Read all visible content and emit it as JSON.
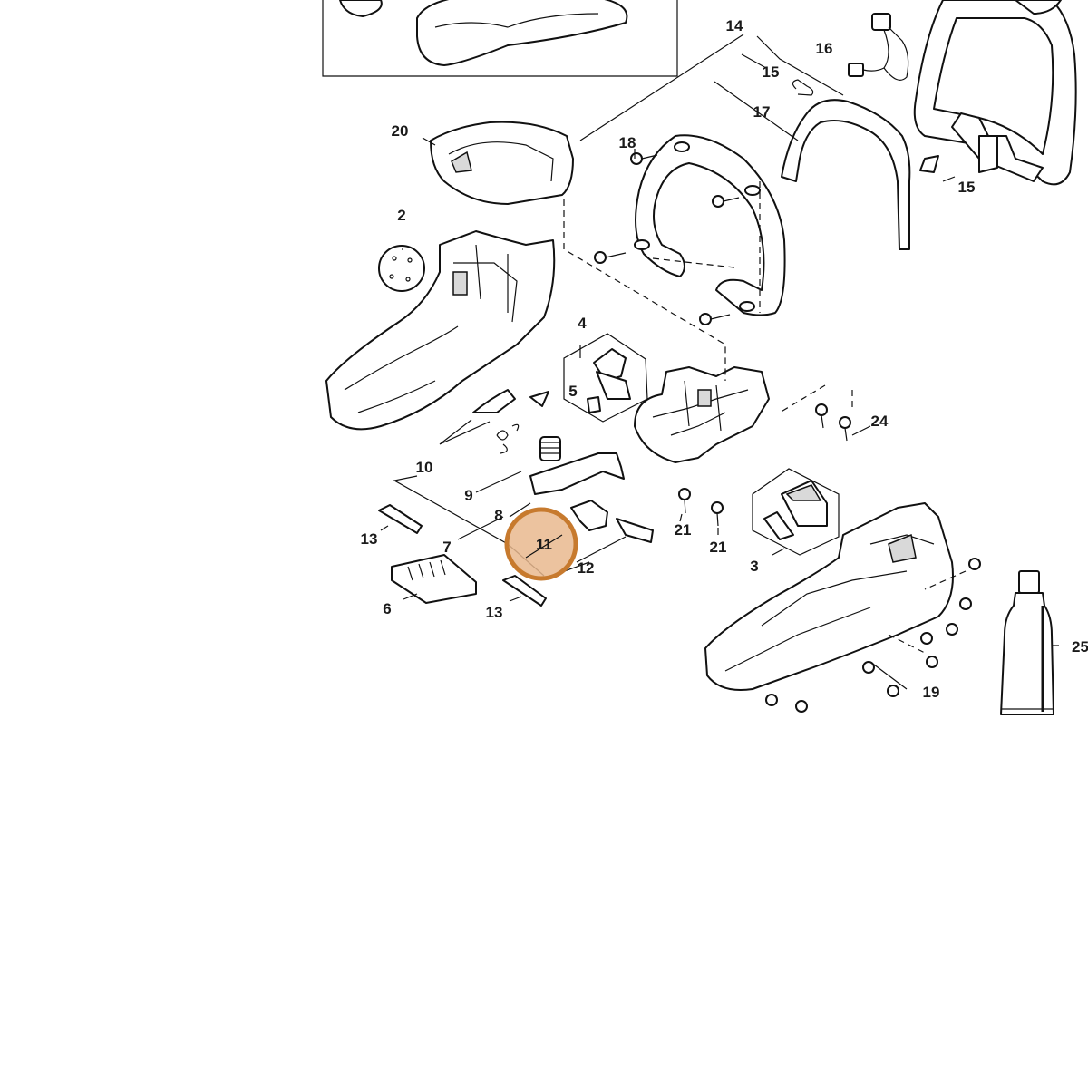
{
  "highlight": {
    "label": "11",
    "color": "#c77a2e",
    "fill": "#e9b88e"
  },
  "callouts": {
    "c14": "14",
    "c16": "16",
    "c15a": "15",
    "c17": "17",
    "c20": "20",
    "c18": "18",
    "c15b": "15",
    "c2": "2",
    "c4": "4",
    "c5": "5",
    "c24": "24",
    "c10": "10",
    "c9": "9",
    "c8": "8",
    "c7": "7",
    "c13a": "13",
    "c21a": "21",
    "c21b": "21",
    "c3": "3",
    "c12": "12",
    "c6": "6",
    "c13b": "13",
    "c25": "25",
    "c19": "19"
  }
}
